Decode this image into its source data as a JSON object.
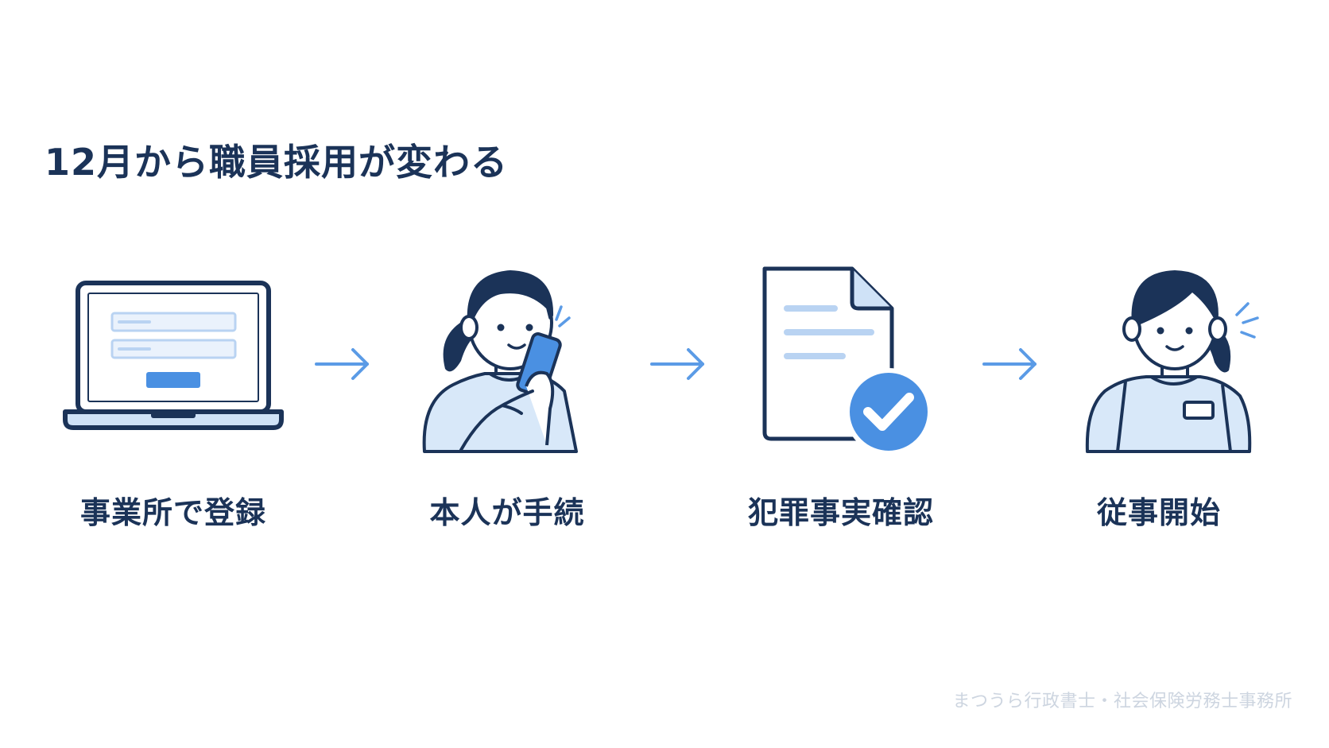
{
  "title": "12月から職員採用が変わる",
  "steps": [
    {
      "label": "事業所で登録",
      "icon": "laptop-form-icon"
    },
    {
      "label": "本人が手続",
      "icon": "person-smartphone-icon"
    },
    {
      "label": "犯罪事実確認",
      "icon": "document-check-icon"
    },
    {
      "label": "従事開始",
      "icon": "staff-apron-icon"
    }
  ],
  "footer": "まつうら行政書士・社会保険労務士事務所",
  "colors": {
    "navy": "#1b3358",
    "accent": "#4a90e2",
    "light_blue": "#cfe2f7",
    "arrow": "#5b9be6"
  }
}
